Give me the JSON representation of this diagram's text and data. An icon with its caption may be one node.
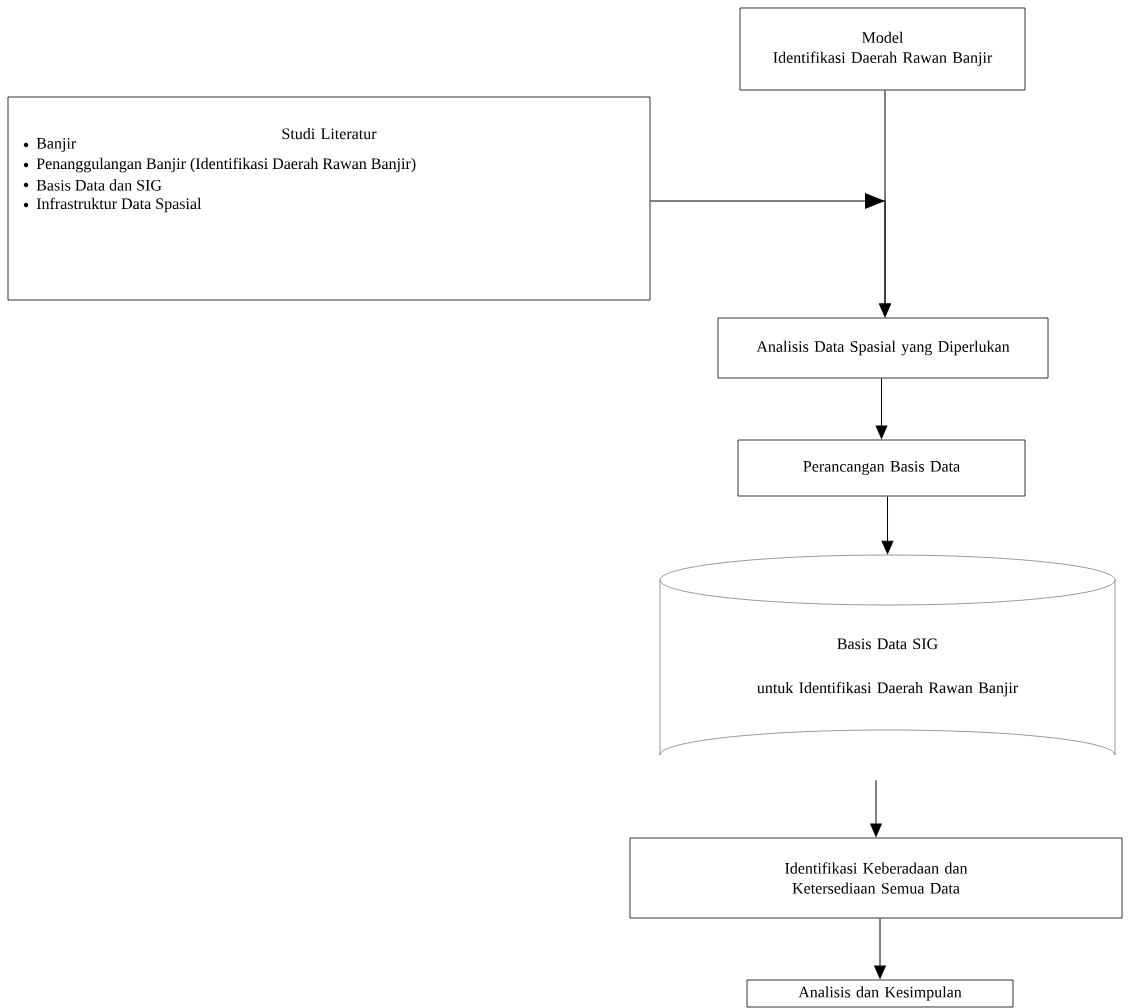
{
  "diagram": {
    "nodes": [
      {
        "text": [
          "Model",
          "Identifikasi Daerah Rawan Banjir"
        ]
      },
      {
        "text": [
          "Studi Literatur",
          "Banjir",
          "Penanggulangan Banjir (Identifikasi Daerah Rawan Banjir)",
          "Basis Data dan SIG",
          "Infrastruktur Data Spasial"
        ]
      },
      {
        "text": [
          "Analisis Data Spasial yang Diperlukan"
        ]
      },
      {
        "text": [
          "Perancangan Basis Data"
        ]
      },
      {
        "text": [
          "Basis Data SIG",
          "untuk Identifikasi Daerah Rawan Banjir"
        ]
      },
      {
        "text": [
          "Identifikasi Keberadaan dan Ketersediaan Semua Data"
        ]
      },
      {
        "text": [
          "Analisis dan Kesimpulan"
        ]
      }
    ],
    "edges": [
      {
        "from": 0,
        "to": 2,
        "arrow": "to"
      },
      {
        "from": 1,
        "to": 2,
        "arrow": "to"
      },
      {
        "from": 2,
        "to": 3,
        "arrow": "to"
      },
      {
        "from": 3,
        "to": 4,
        "arrow": "to"
      },
      {
        "from": 4,
        "to": 5,
        "arrow": "to"
      },
      {
        "from": 5,
        "to": 6,
        "arrow": "to"
      }
    ]
  }
}
